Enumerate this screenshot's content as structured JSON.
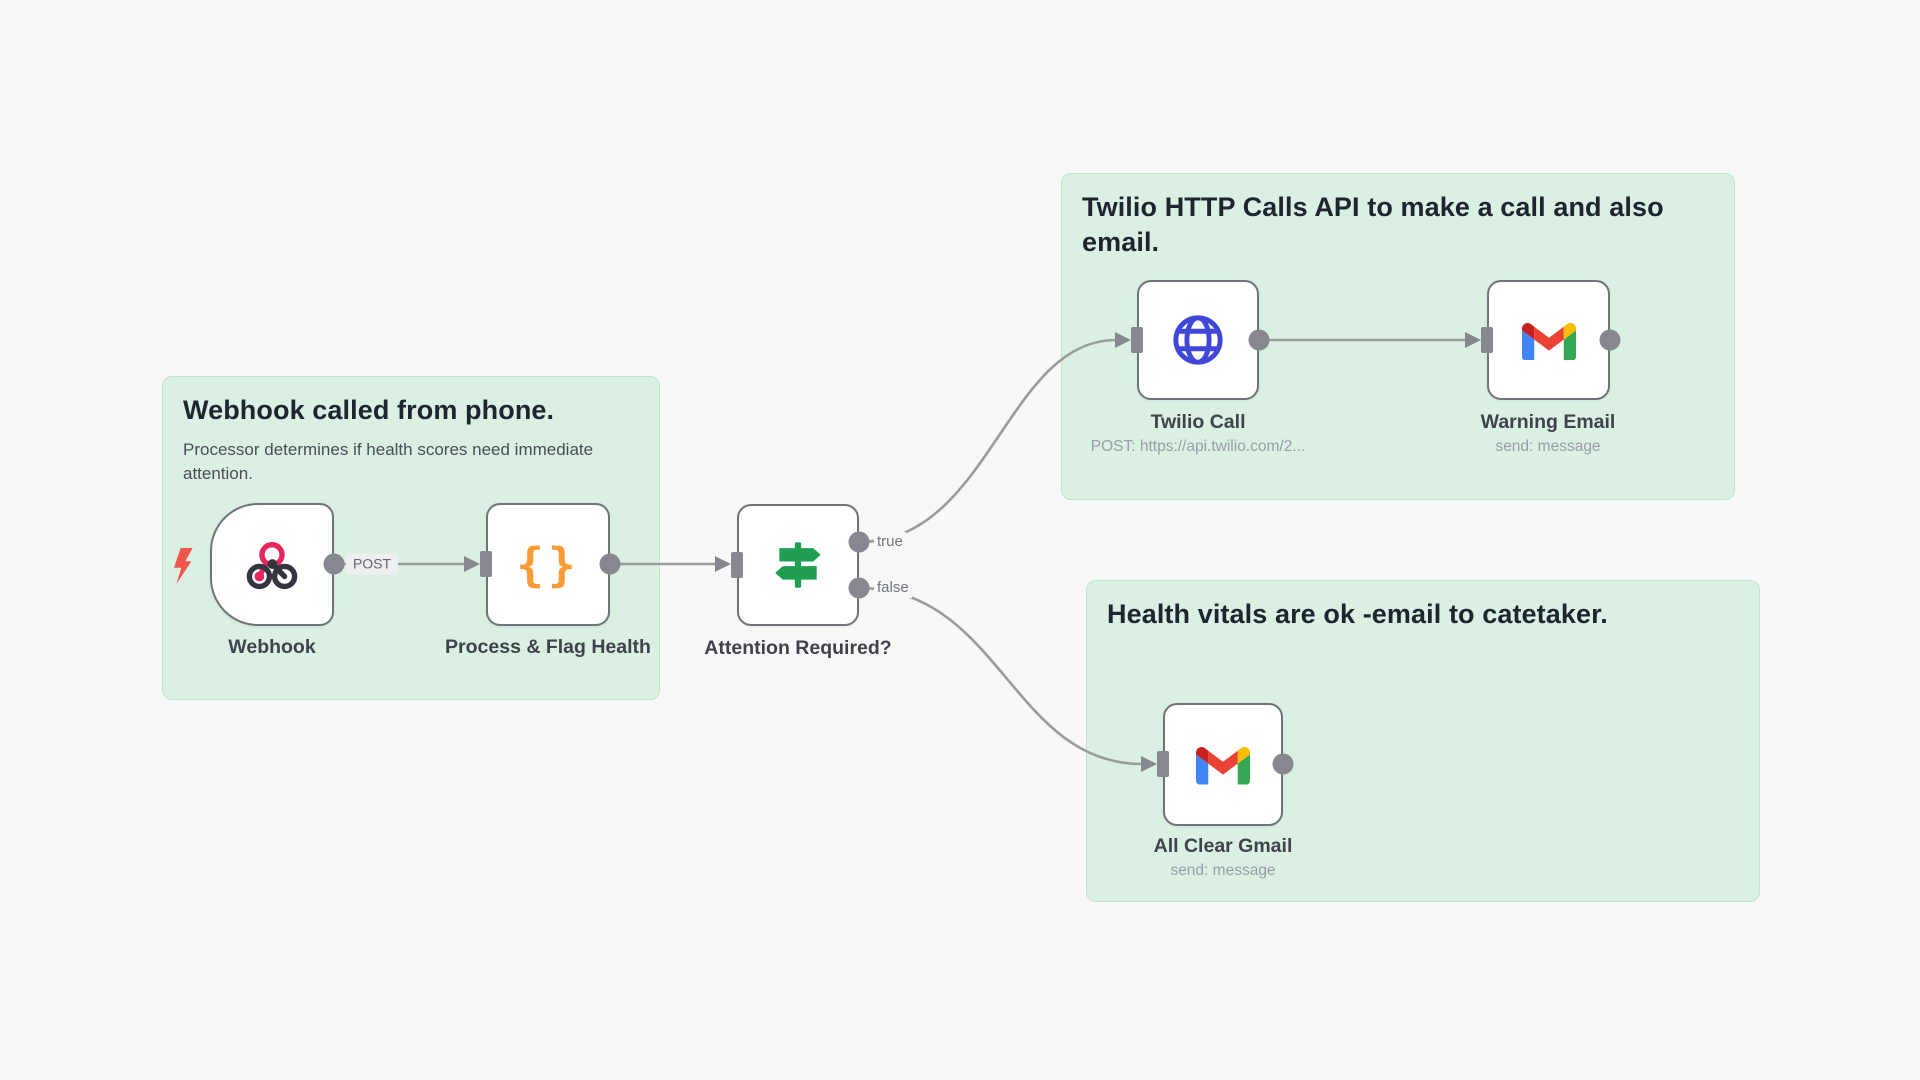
{
  "stickies": {
    "webhook_note": {
      "title": "Webhook called from phone.",
      "body": "Processor determines if health scores need immediate attention."
    },
    "twilio_note": {
      "title": "Twilio HTTP Calls API to make a call and also email."
    },
    "allclear_note": {
      "title": "Health vitals are ok -email to catetaker."
    }
  },
  "nodes": {
    "webhook": {
      "label": "Webhook"
    },
    "process": {
      "label": "Process & Flag Health"
    },
    "attention": {
      "label": "Attention Required?"
    },
    "twilio_call": {
      "label": "Twilio Call",
      "sublabel": "POST: https://api.twilio.com/2..."
    },
    "warning_email": {
      "label": "Warning Email",
      "sublabel": "send: message"
    },
    "all_clear": {
      "label": "All Clear Gmail",
      "sublabel": "send: message"
    }
  },
  "edge_labels": {
    "post": "POST",
    "true_branch": "true",
    "false_branch": "false"
  },
  "colors": {
    "canvas_bg": "#f8f8f8",
    "sticky_bg": "#d9f0e3",
    "sticky_border": "#bfe3cf",
    "sticky_title": "#1e2430",
    "sticky_body": "#4a4d55",
    "node_bg": "#ffffff",
    "node_border": "#72727b",
    "node_label": "#40434c",
    "node_sublabel": "#9a9da5",
    "edge": "#9b9b9b",
    "port": "#87878f",
    "edgelabel_text": "#62656d",
    "edgelabel_bg": "#efeff1",
    "branch_text": "#71757e",
    "bolt": "#f0594a",
    "code_icon": "#fb9b35",
    "if_icon": "#1f9e54",
    "globe_icon": "#4046d8",
    "webhook_pink": "#e6265c",
    "webhook_dark": "#33343f",
    "gmail_blue": "#4285f4",
    "gmail_green": "#34a853",
    "gmail_yellow": "#fbbc04",
    "gmail_red": "#ea4335",
    "gmail_darkred": "#c5221f"
  }
}
